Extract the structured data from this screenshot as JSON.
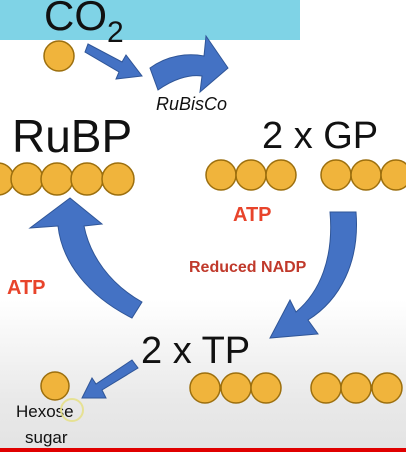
{
  "diagram": {
    "co2": {
      "base": "CO",
      "subscript": "2"
    },
    "enzyme": "RuBisCo",
    "rubp": "RuBP",
    "gp": "2 x GP",
    "atp_right": "ATP",
    "reduced_nadp": "Reduced NADP",
    "atp_left": "ATP",
    "tp": "2 x TP",
    "hexose": {
      "line1": "Hexose",
      "line2": "sugar"
    }
  },
  "colors": {
    "header_band": "#7fd3e6",
    "arrow": "#4472c4",
    "arrow_dark": "#2f5597",
    "molecule_fill": "#f0b43c",
    "molecule_stroke": "#9c6f0e",
    "atp_text": "#e8442b",
    "nadp_text": "#c0392b",
    "text": "#111111",
    "video_progress": "#e00000"
  }
}
